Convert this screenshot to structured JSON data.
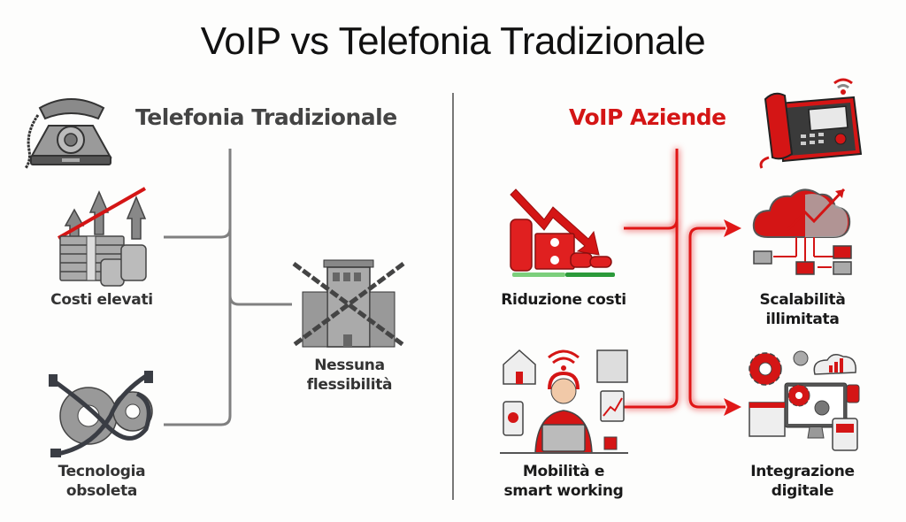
{
  "title": "VoIP vs Telefonia Tradizionale",
  "left_section": {
    "heading": "Telefonia Tradizionale",
    "icon": "rotary-phone-icon",
    "color": "#444444",
    "items": [
      {
        "label": "Costi elevati",
        "icon": "rising-costs-money-icon"
      },
      {
        "label_line1": "Nessuna",
        "label_line2": "flessibilità",
        "icon": "chained-building-icon"
      },
      {
        "label_line1": "Tecnologia",
        "label_line2": "obsoleta",
        "icon": "broken-gears-cables-icon"
      }
    ]
  },
  "right_section": {
    "heading": "VoIP Aziende",
    "icon": "voip-desk-phone-icon",
    "color": "#d41515",
    "items": [
      {
        "label": "Riduzione costi",
        "icon": "falling-costs-money-icon"
      },
      {
        "label_line1": "Scalabilità",
        "label_line2": "illimitata",
        "icon": "cloud-scalability-icon"
      },
      {
        "label_line1": "Mobilità e",
        "label_line2": "smart working",
        "icon": "remote-worker-icon"
      },
      {
        "label_line1": "Integrazione",
        "label_line2": "digitale",
        "icon": "digital-integration-icon"
      }
    ]
  },
  "colors": {
    "accent_red": "#d41515",
    "connector_gray": "#808080",
    "savings_green": "#3cb043"
  }
}
